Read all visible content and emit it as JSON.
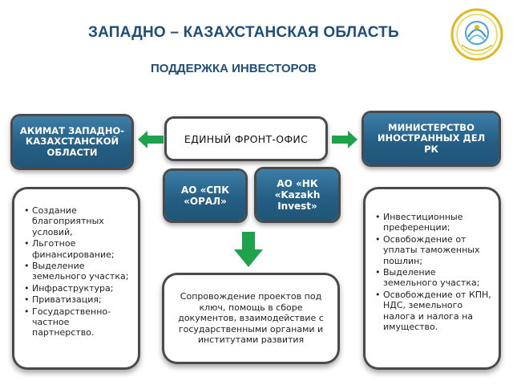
{
  "header": {
    "title": "ЗАПАДНО – КАЗАХСТАНСКАЯ ОБЛАСТЬ",
    "subtitle": "ПОДДЕРЖКА ИНВЕСТОРОВ"
  },
  "colors": {
    "title": "#1f4e79",
    "box_fill": "#2b6a93",
    "arrow_green": "#1fa34a",
    "frame": "#4a4a4a"
  },
  "front_office": {
    "label": "ЕДИНЫЙ ФРОНТ-ОФИС"
  },
  "left_box": {
    "label": "АКИМАТ ЗАПАДНО-КАЗАХСТАНСКОЙ ОБЛАСТИ"
  },
  "right_box": {
    "label": "МИНИСТЕРСТВО ИНОСТРАННЫХ ДЕЛ РК"
  },
  "spk_box": {
    "label": "АО «СПК «ОРАЛ»"
  },
  "nk_box": {
    "label": "АО «НК «Kazakh Invest»"
  },
  "left_panel": {
    "items": [
      "Создание благоприятных условий,",
      "Льготное финансирование;",
      "Выделение земельного участка;",
      "Инфраструктура;",
      "Приватизация;",
      "Государственно-частное партнерство."
    ]
  },
  "right_panel": {
    "items": [
      "Инвестиционные преференции;",
      "Освобождение от уплаты таможенных пошлин;",
      "Выделение земельного участка;",
      "Освобождение от КПН, НДС, земельного налога и налога на имущество."
    ]
  },
  "bottom_panel": {
    "text": "Сопровождение проектов под ключ, помощь в сборе документов, взаимодействие с государственными органами и институтами развития"
  },
  "icons": {
    "logo": "regional-emblem-icon",
    "arrow_left": "arrow-left-icon",
    "arrow_right": "arrow-right-icon",
    "arrow_down": "arrow-down-icon"
  }
}
